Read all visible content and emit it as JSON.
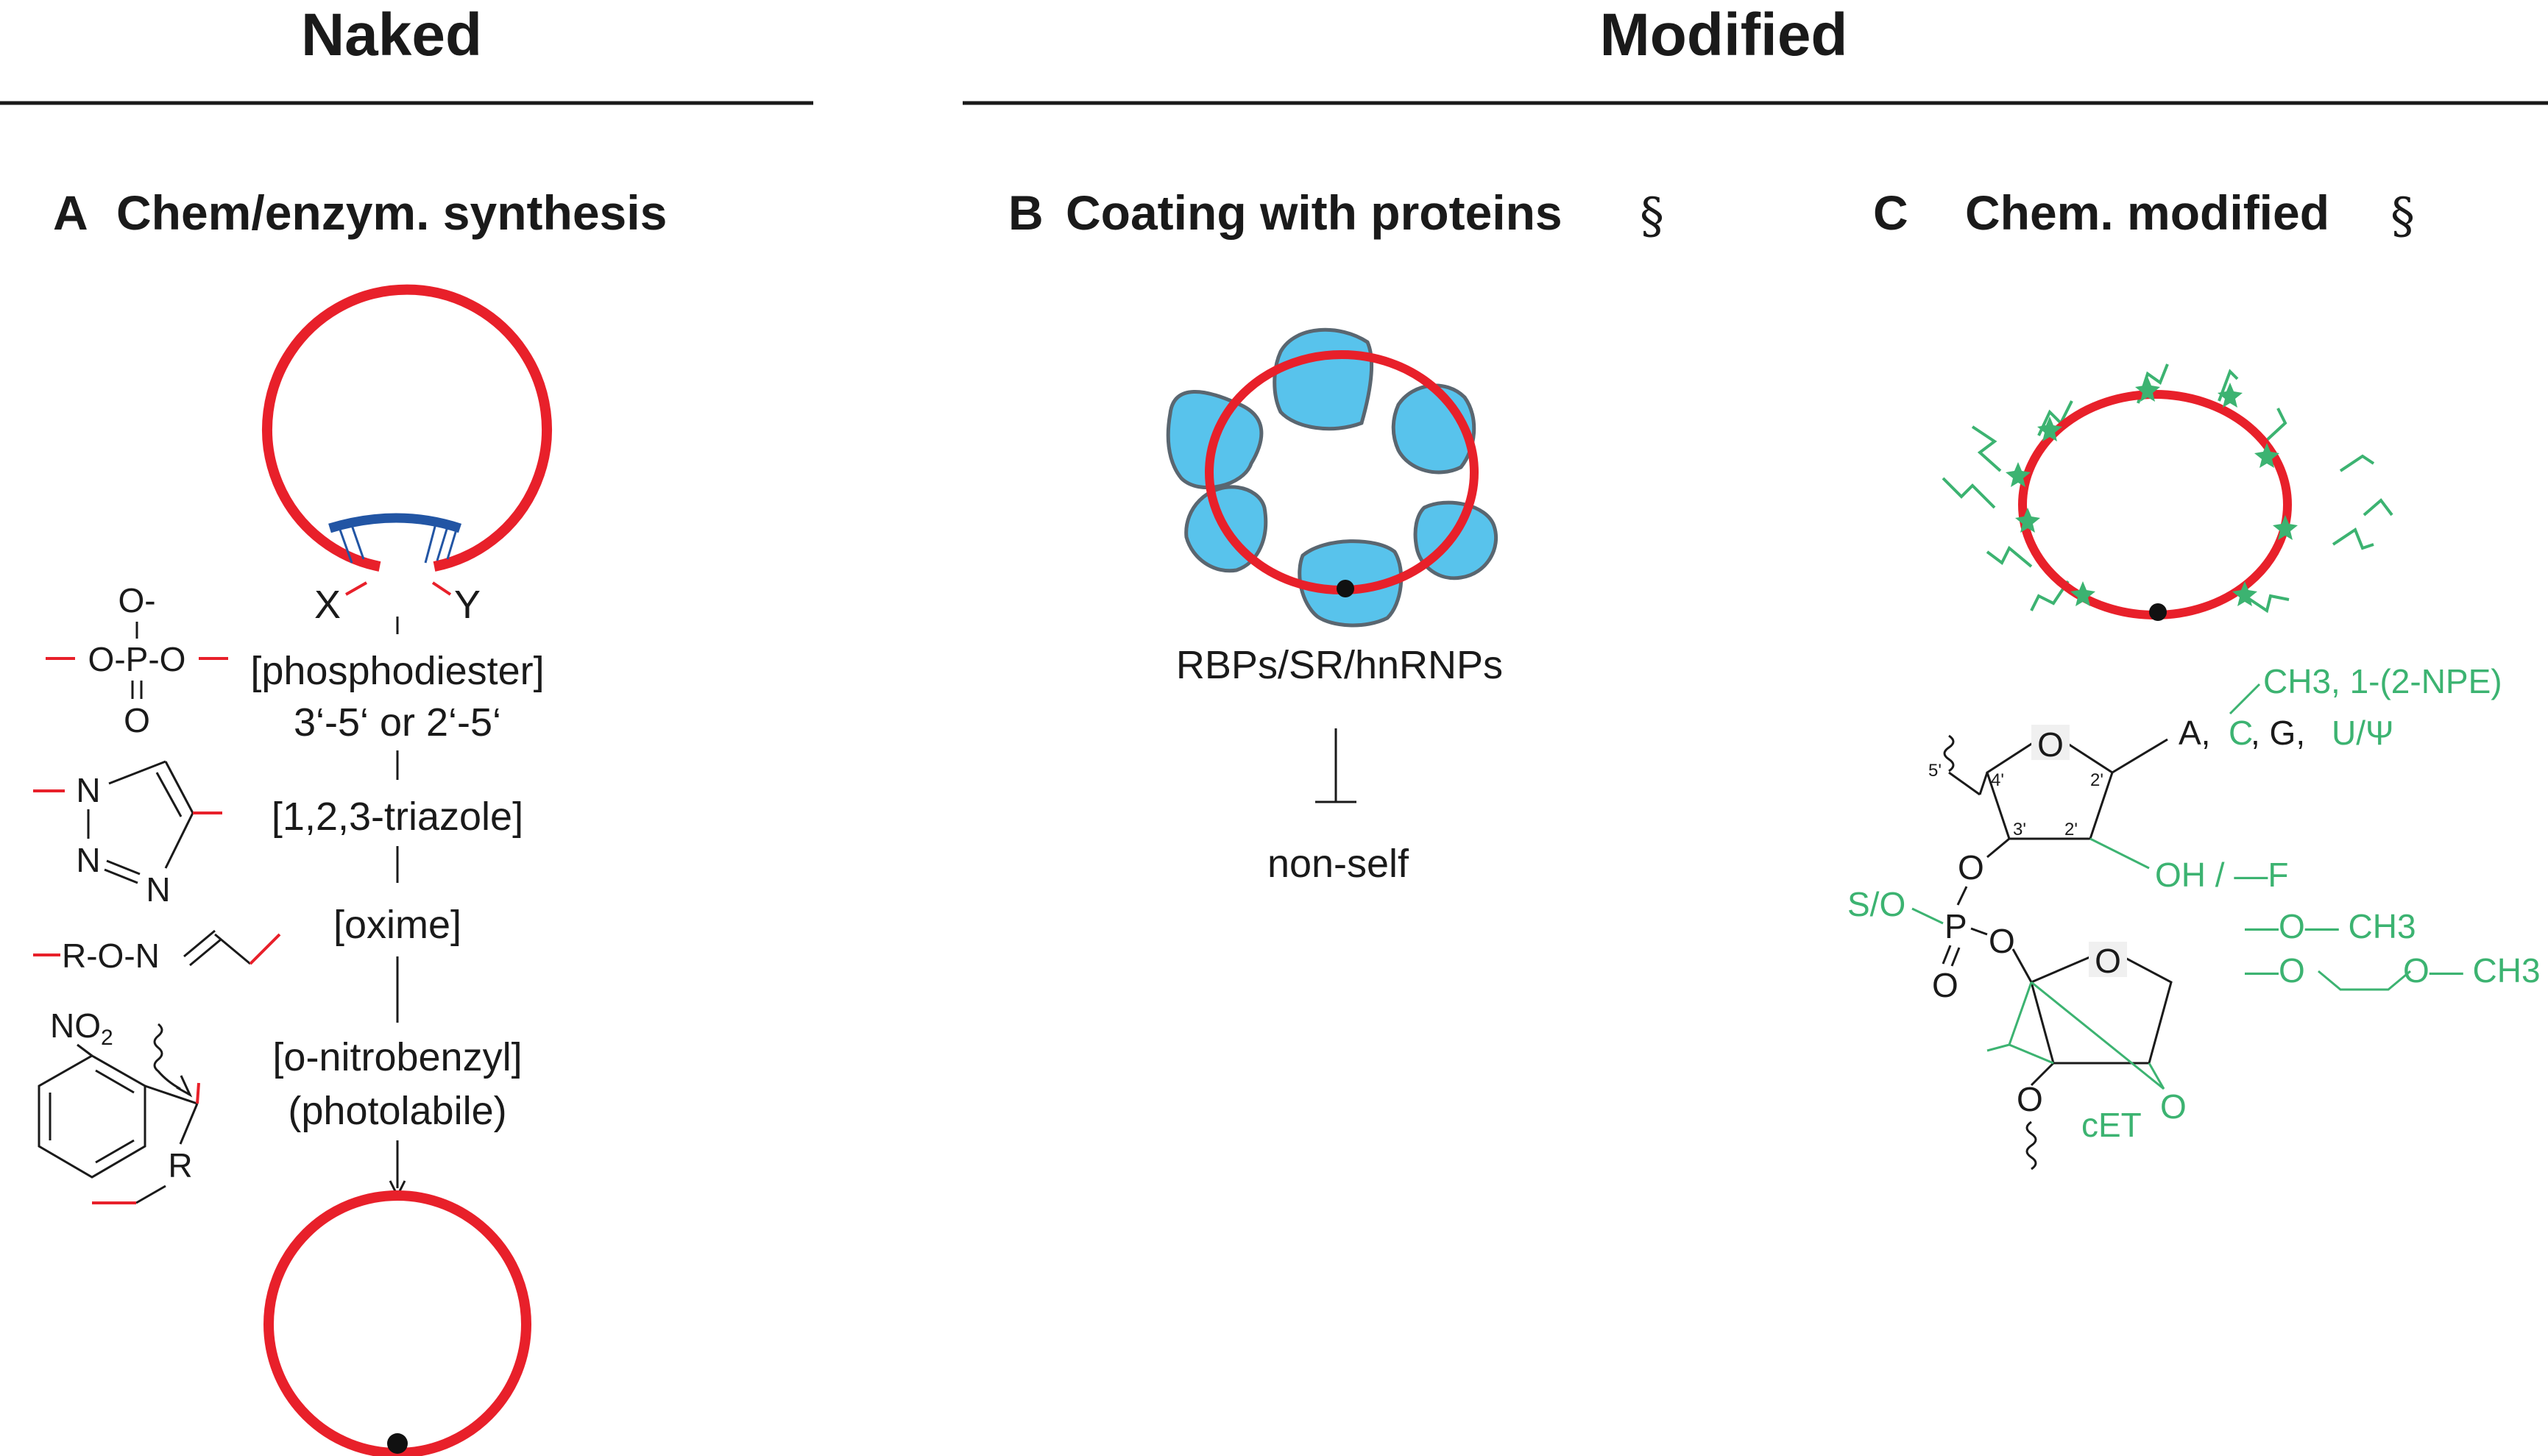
{
  "headers": {
    "naked": "Naked",
    "modified": "Modified"
  },
  "sections": {
    "a": {
      "letter": "A",
      "title": "Chem/enzym. synthesis"
    },
    "b": {
      "letter": "B",
      "title": "Coating with proteins",
      "mark": "§"
    },
    "c": {
      "letter": "C",
      "title": "Chem. modified",
      "mark": "§"
    }
  },
  "panel_a": {
    "end_left": "X",
    "end_right": "Y",
    "phosphate": {
      "o_minus": "O-",
      "o_p_o": "O-P-O",
      "o_bottom": "O"
    },
    "triazole": {
      "n1": "N",
      "n2": "N",
      "n3": "N"
    },
    "oxime_chem": "R-O-N",
    "nitro": {
      "group": "NO2",
      "r": "R"
    },
    "linkers": [
      {
        "name": "[phosphodiester]",
        "sub": "3‘-5‘ or 2‘-5‘"
      },
      {
        "name": "[1,2,3-triazole]",
        "sub": ""
      },
      {
        "name": "[oxime]",
        "sub": ""
      },
      {
        "name": "[o-nitrobenzyl]",
        "sub": "(photolabile)"
      }
    ]
  },
  "panel_b": {
    "proteins_label": "RBPs/SR/hnRNPs",
    "effect_label": "non-self"
  },
  "panel_c": {
    "ring_o": "O",
    "base": "A,",
    "base_c": "C",
    "base_g": ", G,",
    "base_u": "U/Ψ",
    "base_mods": "CH3,  1-(2-NPE)",
    "positions": {
      "p5": "5'",
      "p4": "4'",
      "p3": "3'",
      "p2a": "2'",
      "p2b": "2'"
    },
    "oh_f": "OH / —F",
    "ome": "—O— CH3",
    "moe": "—O",
    "moe_end": "O— CH3",
    "backbone_so": "S/O",
    "backbone_p": "P",
    "backbone_o_top": "O",
    "backbone_o_right": "O",
    "backbone_o_bottom": "O",
    "sugar2_o": "O",
    "sugar2_o_lower": "O",
    "sugar2_o_right": "O",
    "cet": "cET"
  },
  "colors": {
    "rna": "#e8202a",
    "splint": "#2255a4",
    "protein": "#33b6e8",
    "modification": "#3cb371",
    "text": "#1a1a1a"
  }
}
